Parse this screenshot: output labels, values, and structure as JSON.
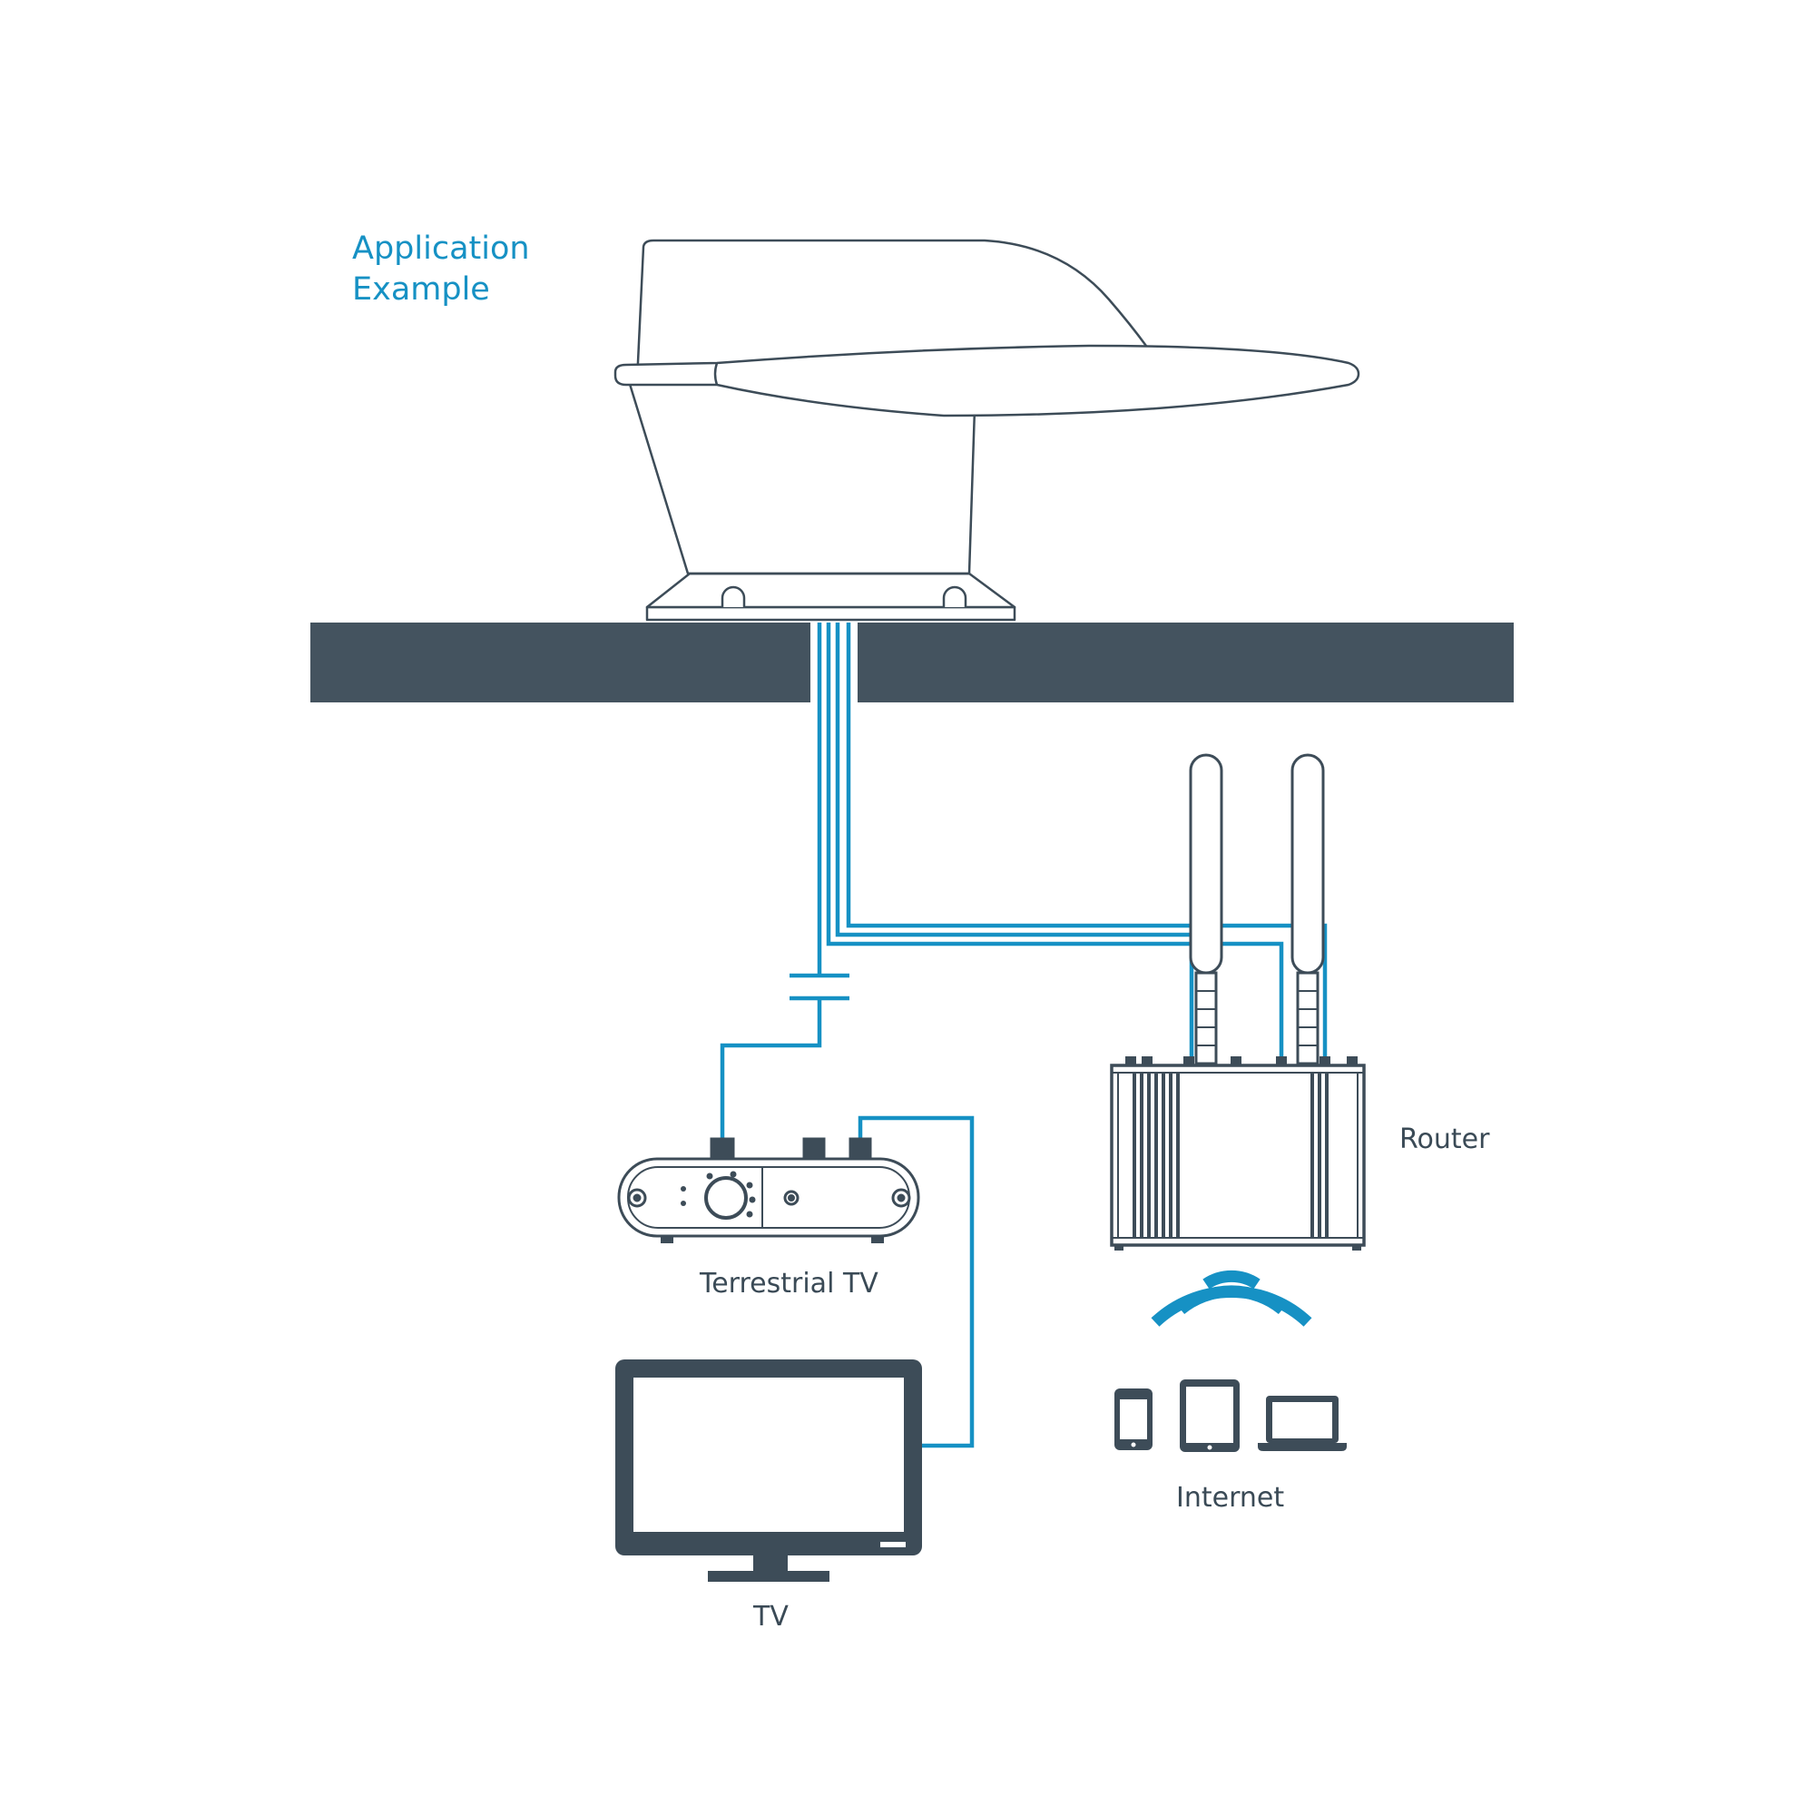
{
  "title": {
    "line1": "Application",
    "line2": "Example"
  },
  "labels": {
    "terrestrial_tv": "Terrestrial TV",
    "tv": "TV",
    "router": "Router",
    "internet": "Internet"
  },
  "colors": {
    "accent": "#1691c4",
    "outline": "#3d4c58",
    "roof": "#44535f",
    "text": "#3a4a56"
  },
  "icons": {
    "antenna_unit": "antenna-unit-icon",
    "router": "router-icon",
    "receiver": "tv-receiver-icon",
    "tv": "tv-monitor-icon",
    "wifi": "wifi-icon",
    "phone": "smartphone-icon",
    "tablet": "tablet-icon",
    "laptop": "laptop-icon"
  }
}
